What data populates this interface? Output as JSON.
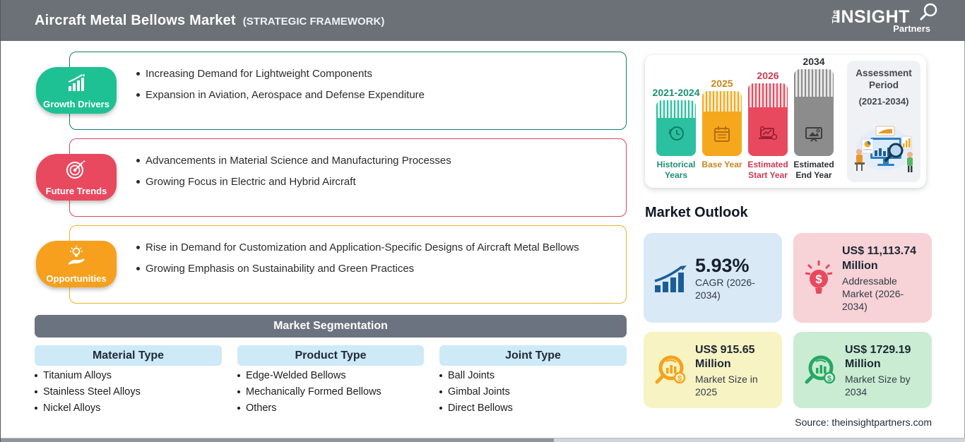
{
  "header": {
    "title": "Aircraft Metal Bellows Market",
    "subtitle": "(STRATEGIC FRAMEWORK)",
    "bg_color": "#6b7176",
    "logo": {
      "the": "The",
      "insight": "INSIGHT",
      "partners": "Partners",
      "icon": "magnifier-icon"
    }
  },
  "framework": [
    {
      "label": "Growth Drivers",
      "icon": "growth-chart-icon",
      "badge_color": "#1ec193",
      "border_color": "#0f8070",
      "items": [
        "Increasing Demand for Lightweight Components",
        "Expansion in Aviation, Aerospace and Defense Expenditure"
      ]
    },
    {
      "label": "Future Trends",
      "icon": "target-dart-icon",
      "badge_color": "#e8495f",
      "border_color": "#d8485e",
      "items": [
        "Advancements in Material Science and Manufacturing Processes",
        "Growing Focus in Electric and Hybrid Aircraft"
      ]
    },
    {
      "label": "Opportunities",
      "icon": "lightbulb-hand-icon",
      "badge_color": "#f6a01d",
      "border_color": "#e9b52e",
      "items": [
        "Rise in Demand for Customization and Application-Specific Designs of Aircraft Metal Bellows",
        "Growing Emphasis on Sustainability and Green Practices"
      ]
    }
  ],
  "segmentation": {
    "title": "Market Segmentation",
    "columns": [
      {
        "header": "Material Type",
        "items": [
          "Titanium Alloys",
          "Stainless Steel Alloys",
          "Nickel Alloys"
        ]
      },
      {
        "header": "Product Type",
        "items": [
          "Edge-Welded Bellows",
          "Mechanically Formed Bellows",
          "Others"
        ]
      },
      {
        "header": "Joint Type",
        "items": [
          "Ball Joints",
          "Gimbal Joints",
          "Direct Bellows"
        ]
      }
    ]
  },
  "timeline": {
    "bars": [
      {
        "year": "2021-2024",
        "caption": "Historical Years",
        "color": "#2bc0a0",
        "icon": "history-clock-icon"
      },
      {
        "year": "2025",
        "caption": "Base Year",
        "color": "#f5a81c",
        "icon": "calendar-icon"
      },
      {
        "year": "2026",
        "caption": "Estimated Start Year",
        "color": "#e8495f",
        "icon": "laptop-chart-icon"
      },
      {
        "year": "2034",
        "caption": "Estimated End Year",
        "color": "#8c8c8c",
        "icon": "presentation-board-icon"
      }
    ],
    "assessment": {
      "title": "Assessment Period",
      "range": "(2021-2034)",
      "illustration": "analysts-illustration"
    }
  },
  "outlook": {
    "title": "Market Outlook",
    "cards": [
      {
        "value": "5.93%",
        "label": "CAGR (2026-2034)",
        "bg": "#d9e9f6",
        "icon": "growth-bars-arrow-icon",
        "icon_color": "#1b5e97"
      },
      {
        "value": "US$ 11,113.74 Million",
        "label": "Addressable Market (2026-2034)",
        "bg": "#f7d2d7",
        "icon": "lightbulb-dollar-icon",
        "icon_color": "#e8495f"
      },
      {
        "value": "US$ 915.65 Million",
        "label": "Market Size in 2025",
        "bg": "#f8f3c3",
        "icon": "magnifier-chart-icon",
        "icon_color": "#f5a81c"
      },
      {
        "value": "US$ 1729.19 Million",
        "label": "Market Size by 2034",
        "bg": "#c9ecd3",
        "icon": "magnifier-chart-icon",
        "icon_color": "#27a763"
      }
    ]
  },
  "source": "Source: theinsightpartners.com"
}
